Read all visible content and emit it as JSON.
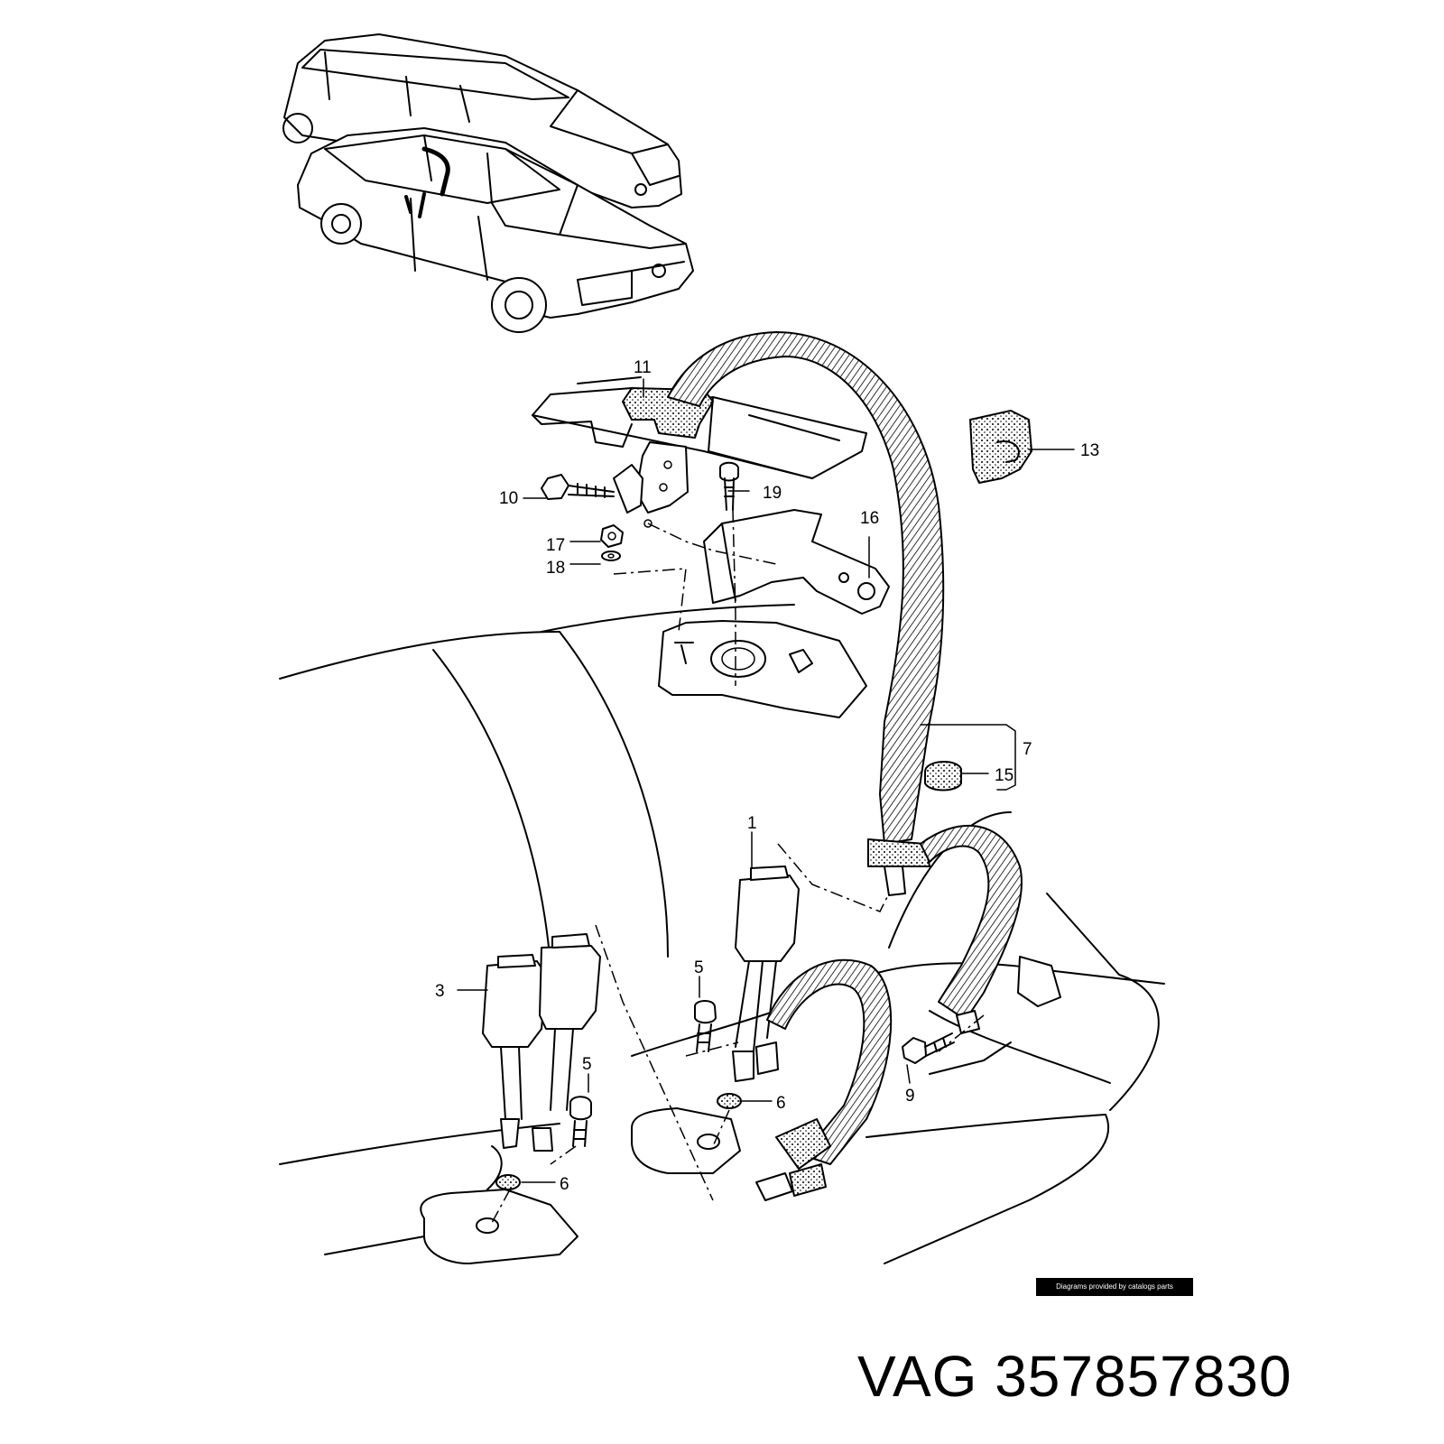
{
  "callouts": {
    "c1": "1",
    "c3": "3",
    "c5a": "5",
    "c5b": "5",
    "c6a": "6",
    "c6b": "6",
    "c7": "7",
    "c9": "9",
    "c10": "10",
    "c11": "11",
    "c13": "13",
    "c15": "15",
    "c16": "16",
    "c17": "17",
    "c18": "18",
    "c19": "19"
  },
  "credit": "Diagrams provided by catalogs parts",
  "part_number": "VAG 357857830"
}
